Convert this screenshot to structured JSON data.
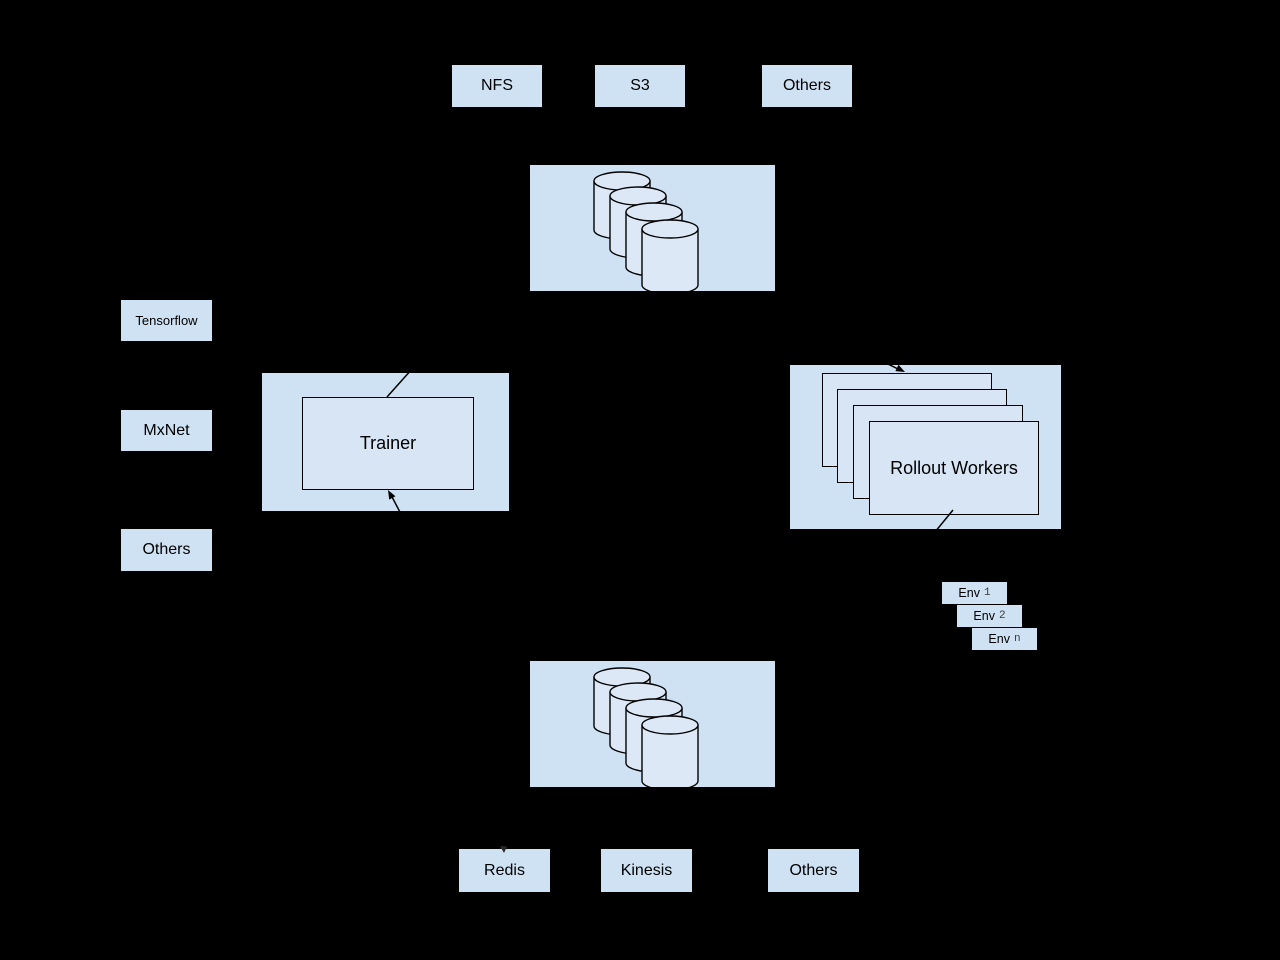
{
  "diagram": {
    "colors": {
      "background": "#000000",
      "box_fill": "#cfe2f3",
      "shape_fill": "#d7e5f4",
      "line_stroke": "#000000"
    },
    "top_sources": {
      "items": [
        {
          "label": "NFS"
        },
        {
          "label": "S3"
        },
        {
          "label": "Others"
        }
      ]
    },
    "frameworks": {
      "items": [
        {
          "label": "Tensorflow"
        },
        {
          "label": "MxNet"
        },
        {
          "label": "Others"
        }
      ]
    },
    "trainer": {
      "label": "Trainer"
    },
    "rollout": {
      "label": "Rollout Workers"
    },
    "envs": {
      "items": [
        {
          "label": "Env",
          "index": "1"
        },
        {
          "label": "Env",
          "index": "2"
        },
        {
          "label": "Env",
          "index": "n"
        }
      ]
    },
    "bottom_sinks": {
      "items": [
        {
          "label": "Redis"
        },
        {
          "label": "Kinesis"
        },
        {
          "label": "Others"
        }
      ]
    }
  }
}
